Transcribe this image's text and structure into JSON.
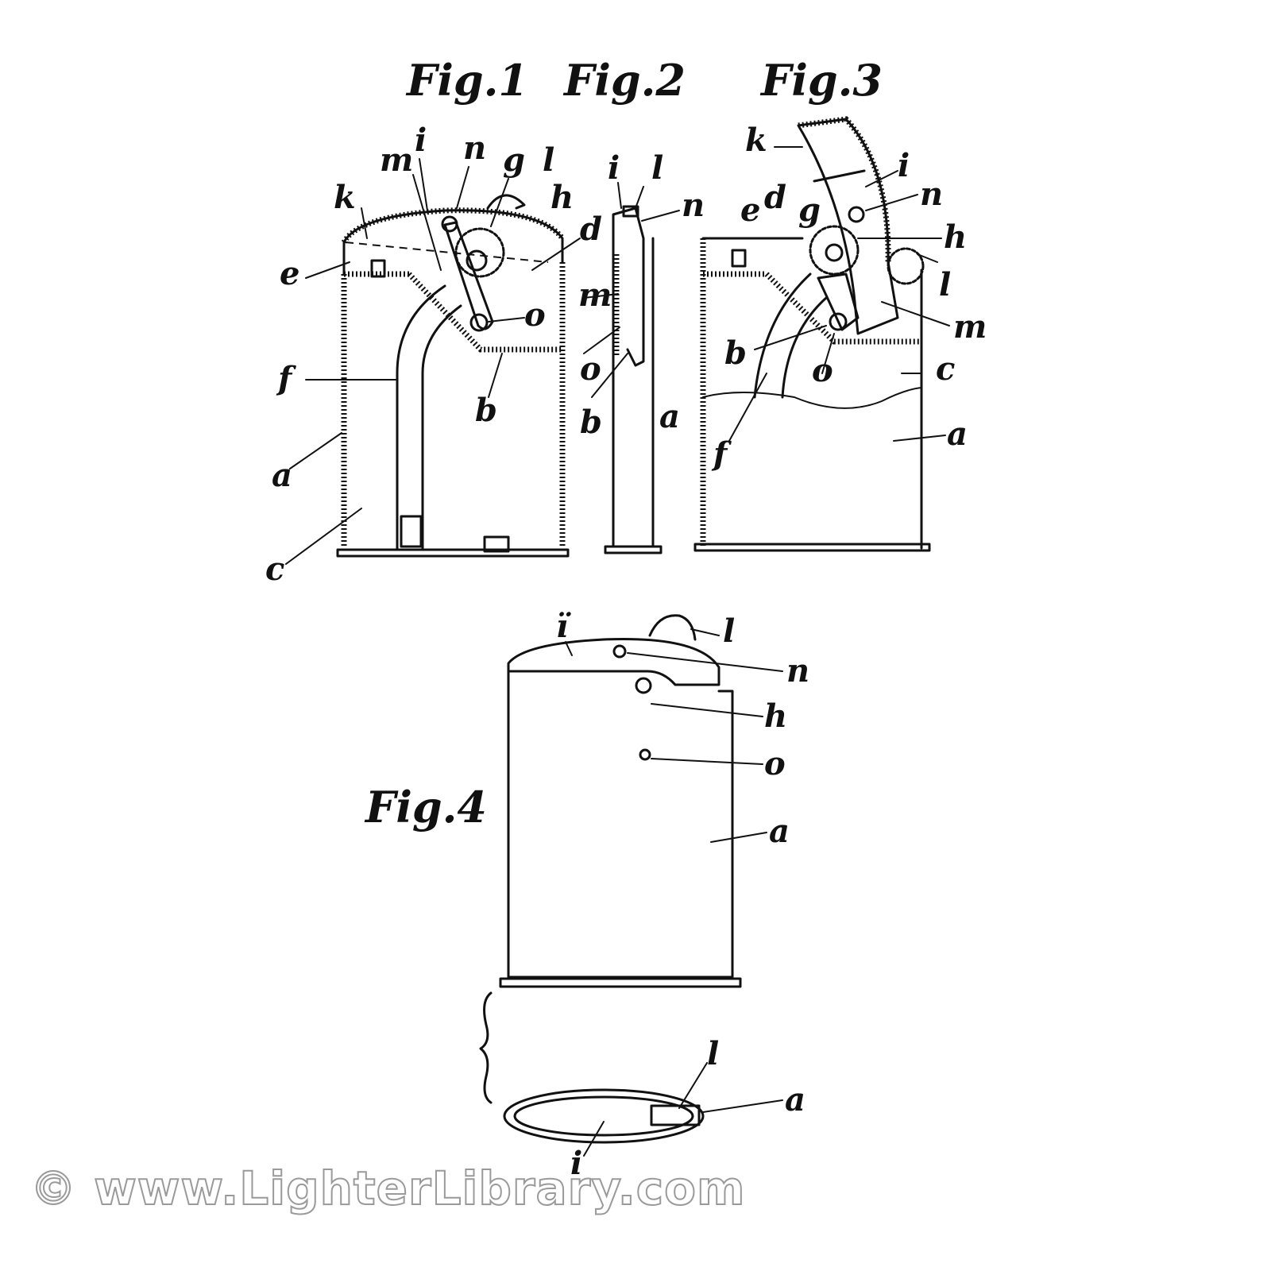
{
  "figures": {
    "fig1": {
      "title": "Fig.1",
      "labels": {
        "i": "i",
        "n": "n",
        "g": "g",
        "l": "l",
        "h": "h",
        "m": "m",
        "k": "k",
        "d": "d",
        "e": "e",
        "o": "o",
        "f": "f",
        "b": "b",
        "a": "a",
        "c": "c"
      }
    },
    "fig2": {
      "title": "Fig.2",
      "labels": {
        "i": "i",
        "l": "l",
        "n": "n",
        "m": "m",
        "o": "o",
        "b": "b",
        "a": "a"
      }
    },
    "fig3": {
      "title": "Fig.3",
      "labels": {
        "k": "k",
        "i": "i",
        "e": "e",
        "d": "d",
        "g": "g",
        "n": "n",
        "h": "h",
        "l": "l",
        "m": "m",
        "b": "b",
        "o": "o",
        "c": "c",
        "f": "f",
        "a": "a"
      }
    },
    "fig4": {
      "title": "Fig.4",
      "labels": {
        "i_top": "ï",
        "l_top": "l",
        "n": "n",
        "h": "h",
        "o": "o",
        "a": "a",
        "l_bottom": "l",
        "a_bottom": "a",
        "i_bottom": "i"
      }
    }
  },
  "watermark": "© www.LighterLibrary.com"
}
